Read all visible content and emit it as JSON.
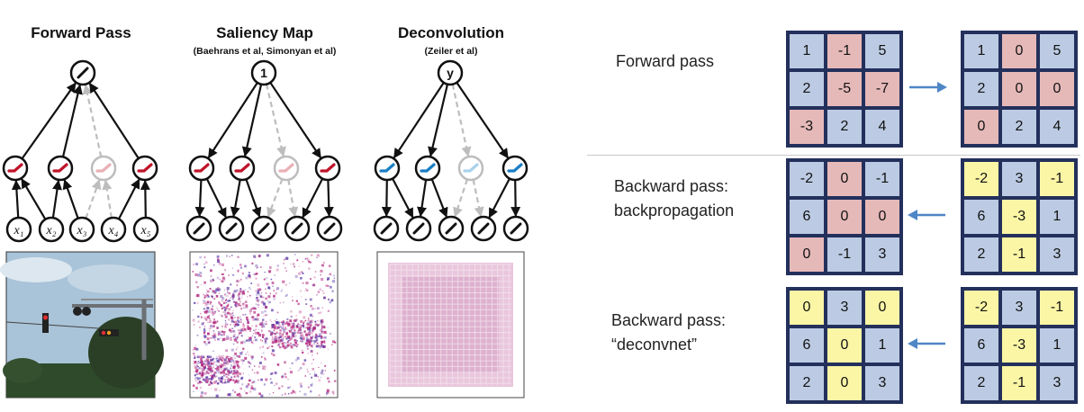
{
  "left_panel": {
    "columns": [
      {
        "title": "Forward Pass",
        "subtitle": "",
        "top_symbol": "/",
        "variant": "forward",
        "mid_color": "#c0142a",
        "faded_color": "#e9b0b6"
      },
      {
        "title": "Saliency Map",
        "subtitle": "(Baehrans et al, Simonyan et al)",
        "top_symbol": "1",
        "variant": "saliency",
        "mid_color": "#c0142a",
        "faded_color": "#e9b0b6"
      },
      {
        "title": "Deconvolution",
        "subtitle": "(Zeiler et al)",
        "top_symbol": "y",
        "variant": "deconv",
        "mid_color": "#1a7ec4",
        "faded_color": "#a9d2ec"
      }
    ],
    "input_labels": [
      "x₁",
      "x₂",
      "x₃",
      "x₄",
      "x₅"
    ],
    "images": [
      "traffic-light-photo",
      "saliency-map-image",
      "deconvolution-image"
    ],
    "colors": {
      "photo_sky": "#a9c3d8",
      "photo_tree": "#2f4a2a",
      "saliency": "#b0207a",
      "deconv": "#d1a0c4"
    }
  },
  "right_panel": {
    "rows": [
      {
        "label": [
          "Forward pass"
        ],
        "arrow_direction": "right",
        "left_grid": {
          "values": [
            [
              "1",
              "-1",
              "5"
            ],
            [
              "2",
              "-5",
              "-7"
            ],
            [
              "-3",
              "2",
              "4"
            ]
          ],
          "colors": [
            [
              "b",
              "r",
              "b"
            ],
            [
              "b",
              "r",
              "r"
            ],
            [
              "r",
              "b",
              "b"
            ]
          ]
        },
        "right_grid": {
          "values": [
            [
              "1",
              "0",
              "5"
            ],
            [
              "2",
              "0",
              "0"
            ],
            [
              "0",
              "2",
              "4"
            ]
          ],
          "colors": [
            [
              "b",
              "r",
              "b"
            ],
            [
              "b",
              "r",
              "r"
            ],
            [
              "r",
              "b",
              "b"
            ]
          ]
        }
      },
      {
        "label": [
          "Backward pass:",
          "backpropagation"
        ],
        "arrow_direction": "left",
        "left_grid": {
          "values": [
            [
              "-2",
              "0",
              "-1"
            ],
            [
              "6",
              "0",
              "0"
            ],
            [
              "0",
              "-1",
              "3"
            ]
          ],
          "colors": [
            [
              "b",
              "r",
              "b"
            ],
            [
              "b",
              "r",
              "r"
            ],
            [
              "r",
              "b",
              "b"
            ]
          ]
        },
        "right_grid": {
          "values": [
            [
              "-2",
              "3",
              "-1"
            ],
            [
              "6",
              "-3",
              "1"
            ],
            [
              "2",
              "-1",
              "3"
            ]
          ],
          "colors": [
            [
              "y",
              "b",
              "y"
            ],
            [
              "b",
              "y",
              "b"
            ],
            [
              "b",
              "y",
              "b"
            ]
          ]
        }
      },
      {
        "label": [
          "Backward pass:",
          "“deconvnet”"
        ],
        "arrow_direction": "left",
        "left_grid": {
          "values": [
            [
              "0",
              "3",
              "0"
            ],
            [
              "6",
              "0",
              "1"
            ],
            [
              "2",
              "0",
              "3"
            ]
          ],
          "colors": [
            [
              "y",
              "b",
              "y"
            ],
            [
              "b",
              "y",
              "b"
            ],
            [
              "b",
              "y",
              "b"
            ]
          ]
        },
        "right_grid": {
          "values": [
            [
              "-2",
              "3",
              "-1"
            ],
            [
              "6",
              "-3",
              "1"
            ],
            [
              "2",
              "-1",
              "3"
            ]
          ],
          "colors": [
            [
              "y",
              "b",
              "y"
            ],
            [
              "b",
              "y",
              "b"
            ],
            [
              "b",
              "y",
              "b"
            ]
          ]
        }
      }
    ],
    "colors": {
      "blue": "#bccbe3",
      "red": "#e6b9b9",
      "yellow": "#fbf6a6",
      "border": "#23305c",
      "arrow": "#4f86c6"
    }
  }
}
